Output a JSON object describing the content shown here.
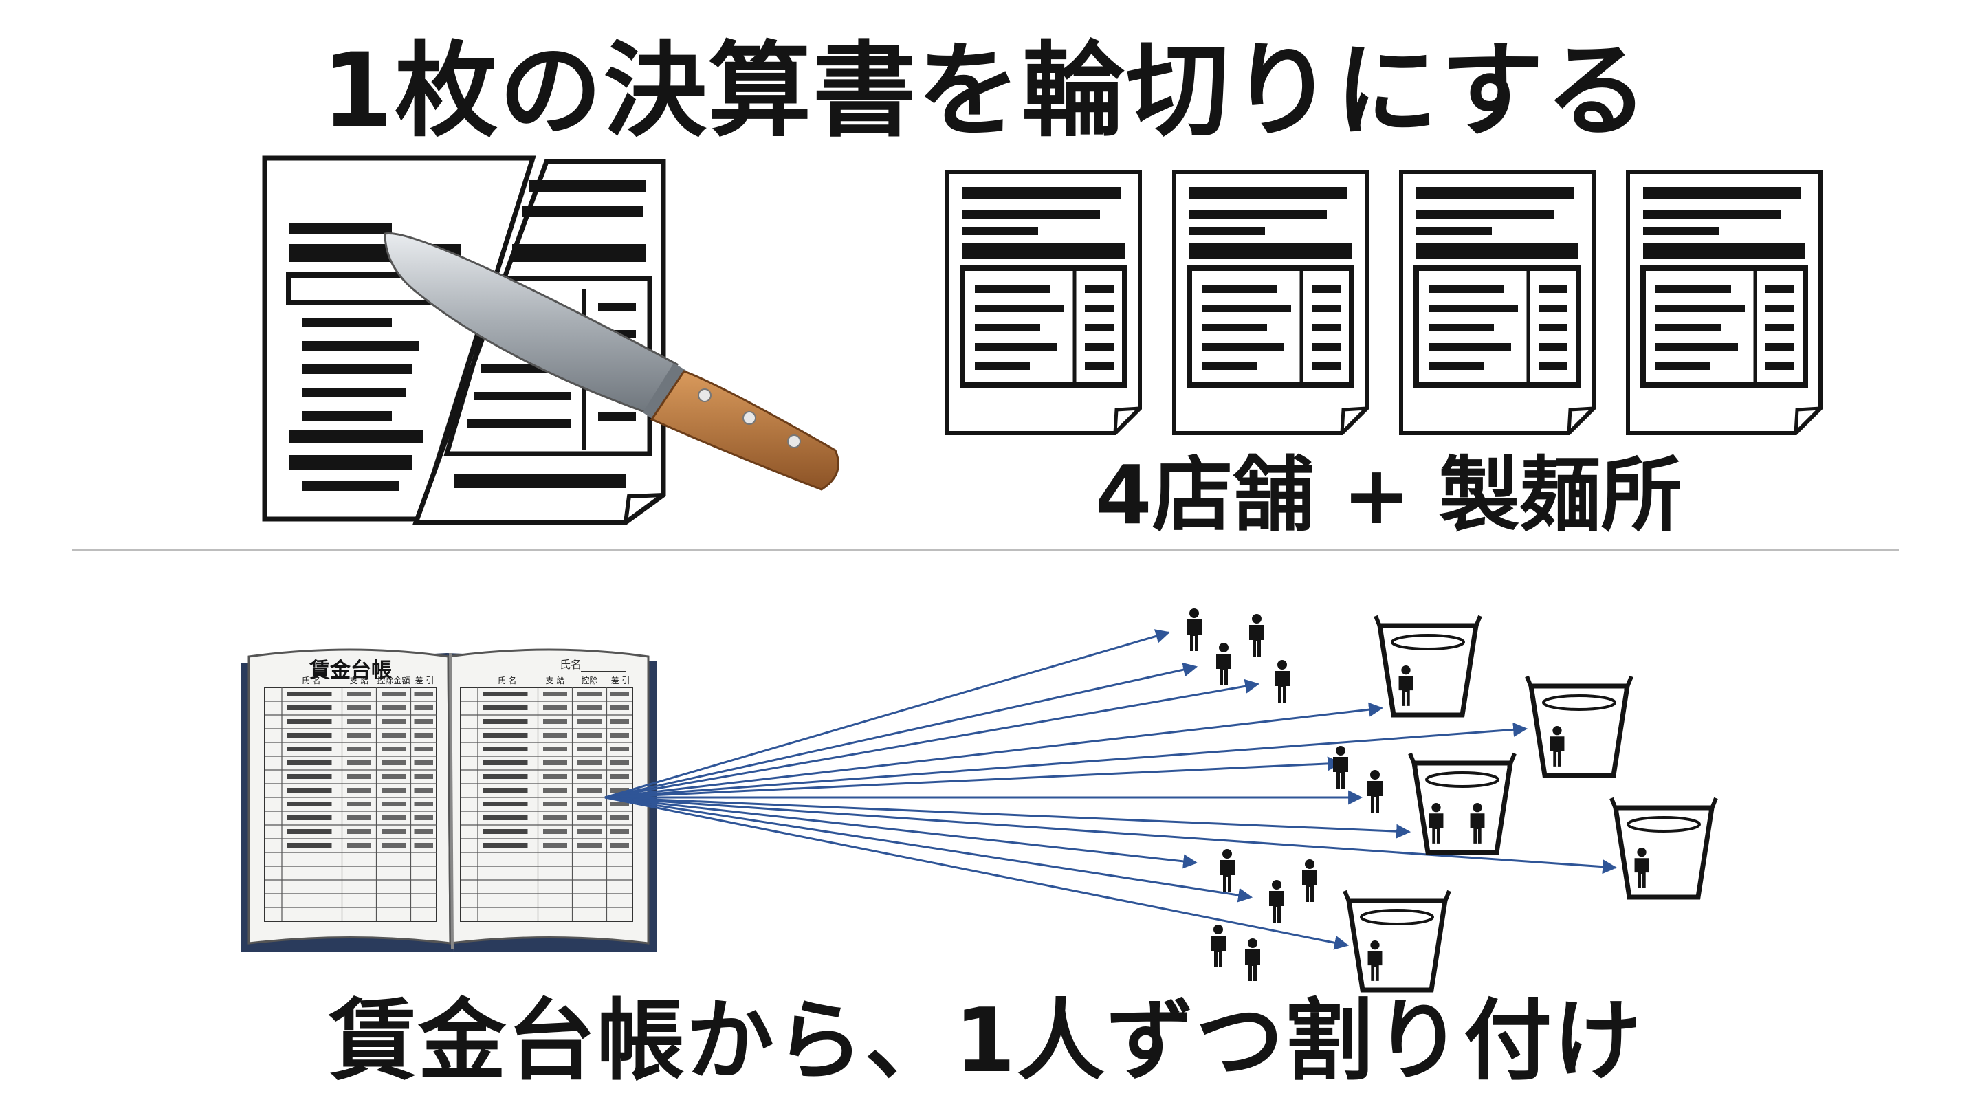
{
  "title": "1枚の決算書を輪切りにする",
  "stores_label": "4店舗 + 製麺所",
  "bottom_caption": "賃金台帳から、1人ずつ割り付け",
  "ledger_title": "賃金台帳",
  "ledger_corner": "氏名",
  "ledger_headers_left": [
    "氏 名",
    "支 給",
    "控除金額",
    "差 引"
  ],
  "ledger_headers_right": [
    "氏 名",
    "支 給",
    "控除",
    "差 引"
  ],
  "colors": {
    "ink": "#141414",
    "arrow": "#2f5597",
    "book_cover": "#2a3b5c",
    "blade": "#9aa0a6",
    "handle": "#b8773f",
    "divider": "#bdbdbd"
  },
  "icons": [
    "knife-icon",
    "document-icon",
    "person-icon",
    "cup-icon",
    "ledger-book-icon",
    "arrow-icon"
  ]
}
